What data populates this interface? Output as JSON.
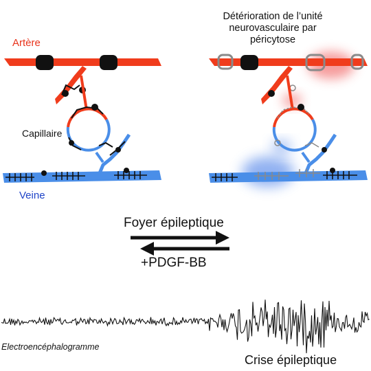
{
  "labels": {
    "artery": "Artère",
    "capillary": "Capillaire",
    "vein": "Veine",
    "deterioration": "Détérioration de l’unité neurovasculaire par péricytose",
    "epileptic_focus": "Foyer épileptique",
    "pdgf": "+PDGF-BB",
    "eeg": "Electroencéphalogramme",
    "seizure": "Crise épileptique"
  },
  "colors": {
    "artery": "#f03c1c",
    "vein": "#4a8ee8",
    "pericyte": "#111111",
    "damaged_pericyte": "#8a8a8a",
    "artery_label": "#e8331b",
    "vein_label": "#1f44c8"
  }
}
